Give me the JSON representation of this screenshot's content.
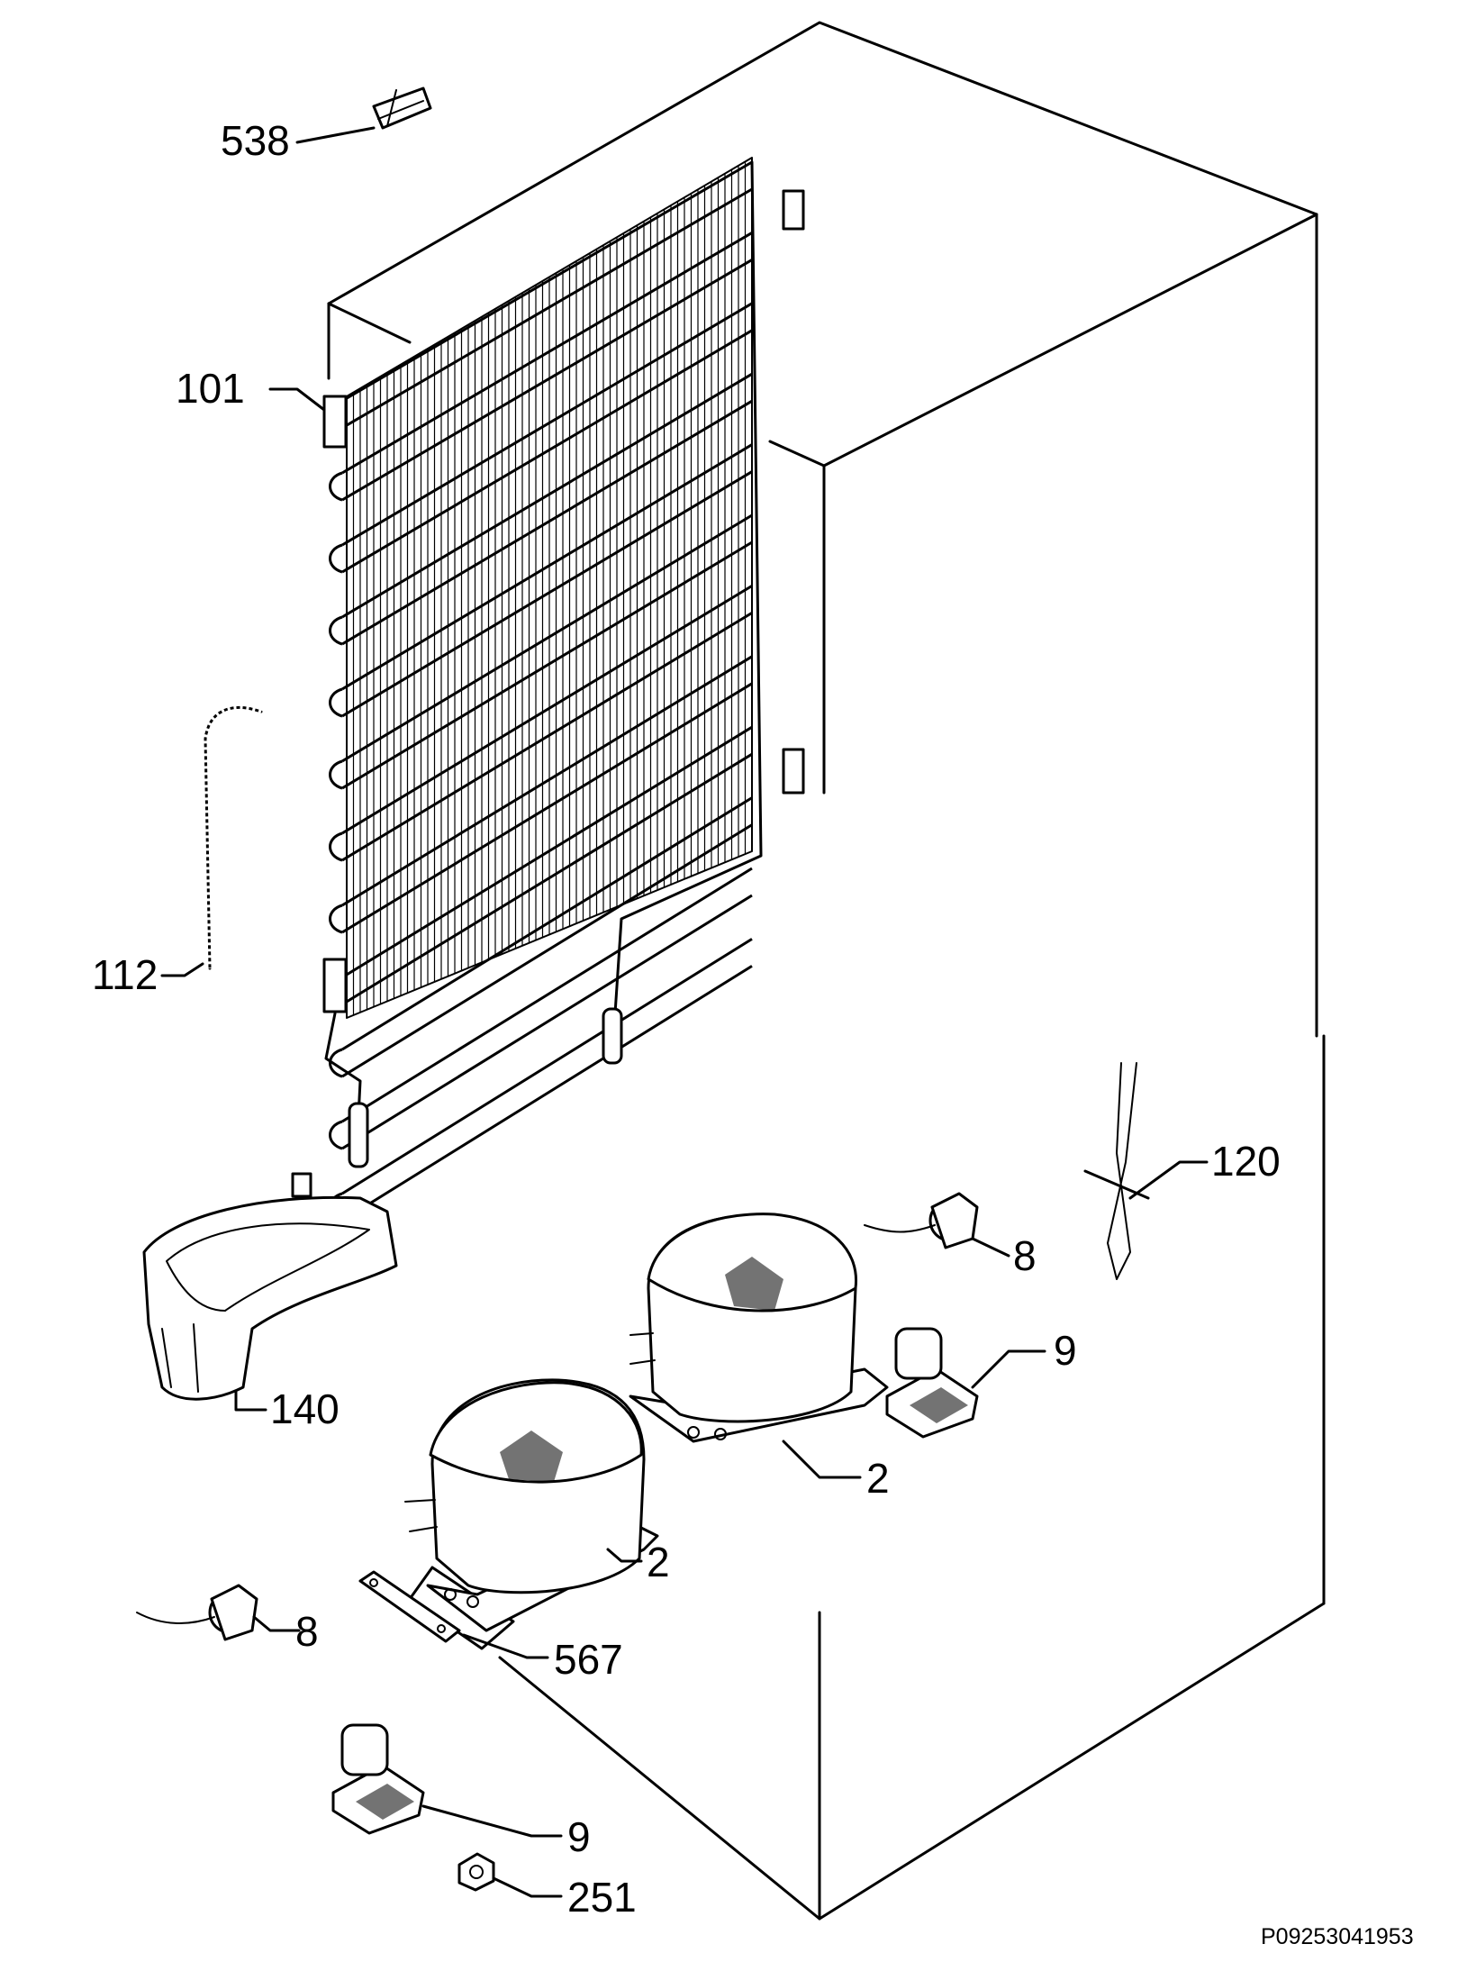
{
  "drawing_code": "P09253041953",
  "callouts": {
    "p538": "538",
    "p101": "101",
    "p112": "112",
    "p120": "120",
    "p140": "140",
    "p8a": "8",
    "p9a": "9",
    "p2a": "2",
    "p2b": "2",
    "p8b": "8",
    "p567": "567",
    "p9b": "9",
    "p251": "251"
  }
}
